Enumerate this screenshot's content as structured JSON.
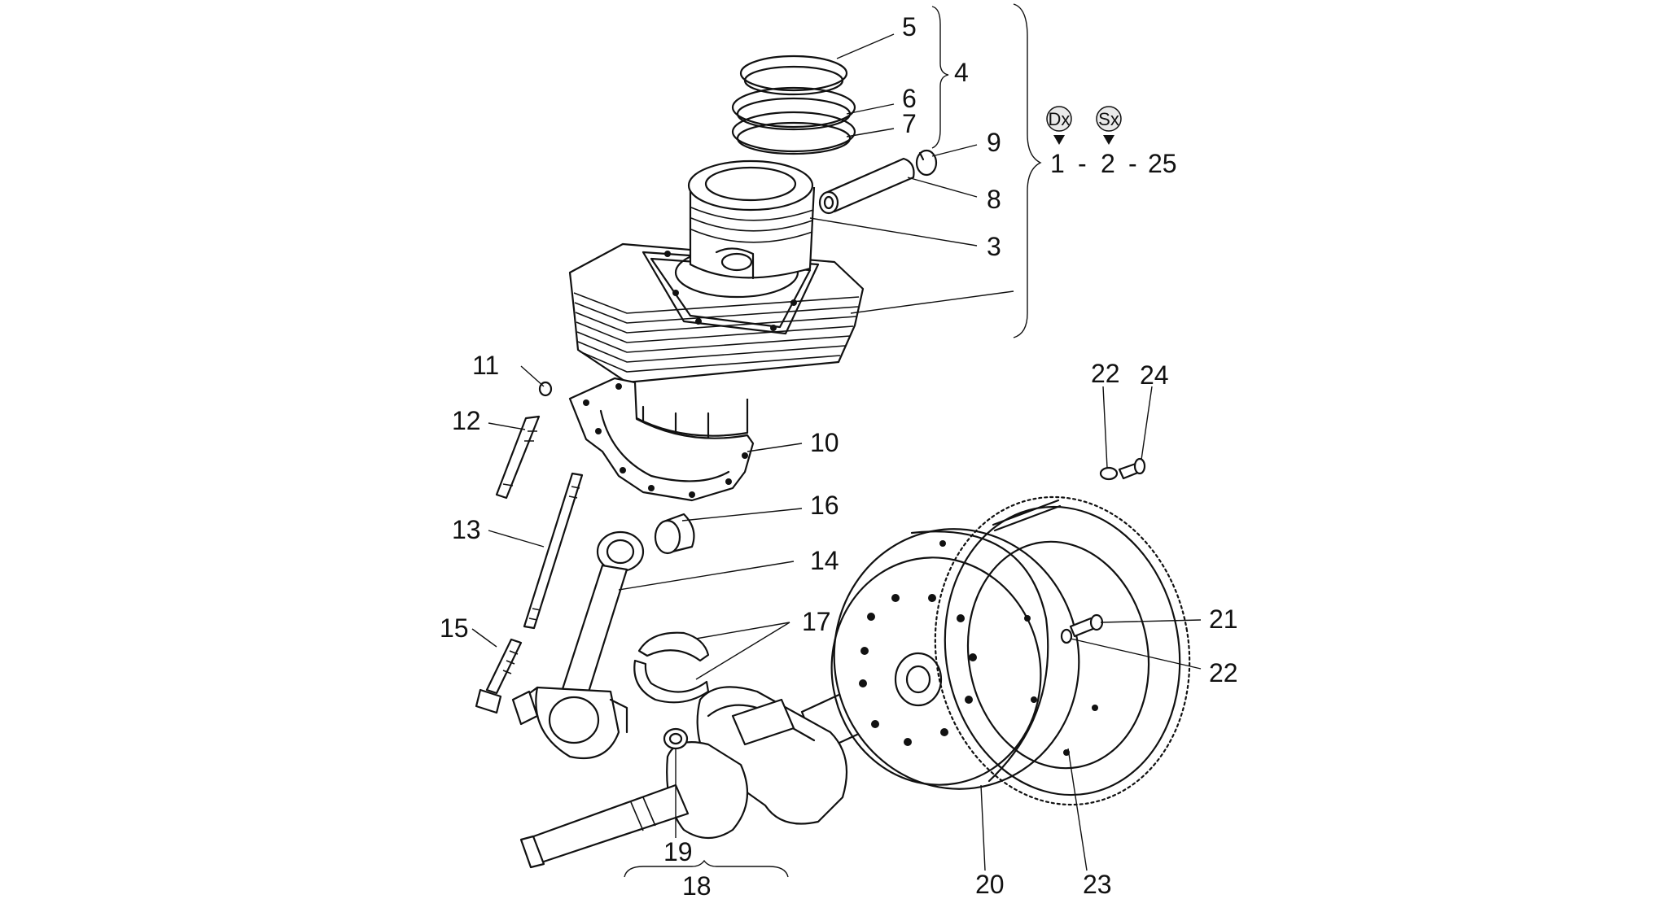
{
  "labels": {
    "l1": "1",
    "l2": "2",
    "l3": "3",
    "l4": "4",
    "l5": "5",
    "l6": "6",
    "l7": "7",
    "l8": "8",
    "l9": "9",
    "l10": "10",
    "l11": "11",
    "l12": "12",
    "l13": "13",
    "l14": "14",
    "l15": "15",
    "l16": "16",
    "l17": "17",
    "l18": "18",
    "l19": "19",
    "l20": "20",
    "l21": "21",
    "l22a": "22",
    "l22b": "22",
    "l23": "23",
    "l24": "24",
    "l25": "25"
  },
  "badges": {
    "dx": "Dx",
    "sx": "Sx"
  },
  "separators": {
    "dash1": "-",
    "dash2": "-"
  }
}
